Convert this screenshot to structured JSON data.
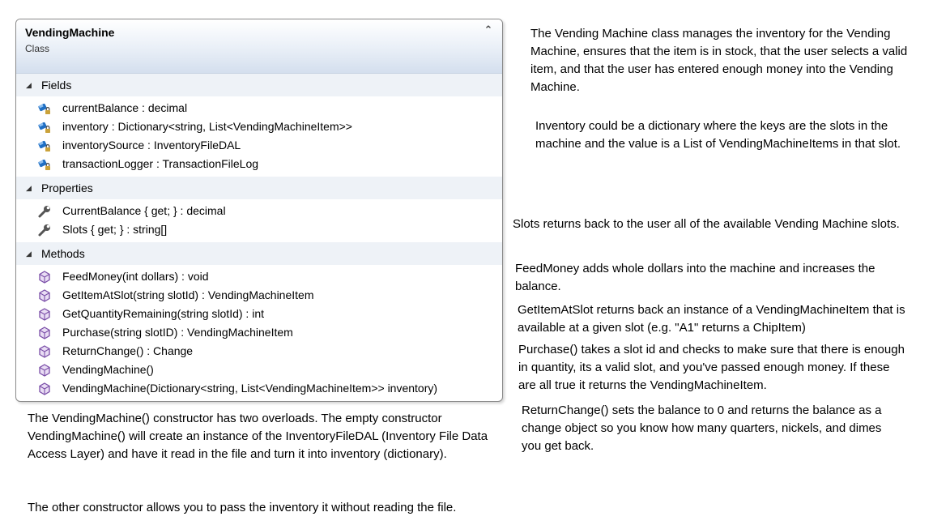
{
  "class_box": {
    "name": "VendingMachine",
    "stereotype": "Class",
    "collapse_glyph": "⌃",
    "sections": {
      "fields": {
        "label": "Fields",
        "members": [
          "currentBalance : decimal",
          "inventory : Dictionary<string, List<VendingMachineItem>>",
          "inventorySource : InventoryFileDAL",
          "transactionLogger : TransactionFileLog"
        ]
      },
      "properties": {
        "label": "Properties",
        "members": [
          "CurrentBalance { get; } : decimal",
          "Slots { get; } : string[]"
        ]
      },
      "methods": {
        "label": "Methods",
        "members": [
          "FeedMoney(int dollars) : void",
          "GetItemAtSlot(string slotId) : VendingMachineItem",
          "GetQuantityRemaining(string slotId) : int",
          "Purchase(string slotID) : VendingMachineItem",
          "ReturnChange() : Change",
          "VendingMachine()",
          "VendingMachine(Dictionary<string, List<VendingMachineItem>> inventory)"
        ]
      }
    }
  },
  "icons": {
    "field": "private-field-icon",
    "property": "wrench-property-icon",
    "method": "method-cube-icon",
    "colors": {
      "field_blue": "#1f6fc4",
      "lock": "#caa23a",
      "method_purple": "#7b4fa8",
      "wrench": "#555555"
    }
  },
  "notes": {
    "class_desc": "The Vending Machine class manages the inventory for the Vending Machine, ensures that the item is in stock, that the user selects a valid item, and that the user has entered enough money into the Vending Machine.",
    "inventory_desc": "Inventory could be a dictionary where the keys are the slots in the machine and the value is a List of VendingMachineItems in that slot.",
    "slots_desc": "Slots returns back to the user all of the available Vending Machine slots.",
    "feedmoney_desc": "FeedMoney adds whole dollars into the machine and increases the balance.",
    "getitem_desc": "GetItemAtSlot returns back an instance of a VendingMachineItem that is available at a given slot (e.g. \"A1\" returns a ChipItem)",
    "purchase_desc": "Purchase() takes a slot id and checks to make sure that there is enough in quantity, its a valid slot, and you've passed enough money.  If these are all true it returns the VendingMachineItem.",
    "returnchange_desc": "ReturnChange() sets the balance to 0 and returns the balance as a change object so you know how many quarters, nickels, and dimes you get back.",
    "constructor_desc": "The VendingMachine() constructor has two overloads. The empty constructor VendingMachine() will create an instance of the InventoryFileDAL (Inventory File Data Access Layer) and have it read in the file and turn it into inventory (dictionary).",
    "constructor_desc2": "The other constructor allows you to pass the inventory it without reading the file."
  }
}
